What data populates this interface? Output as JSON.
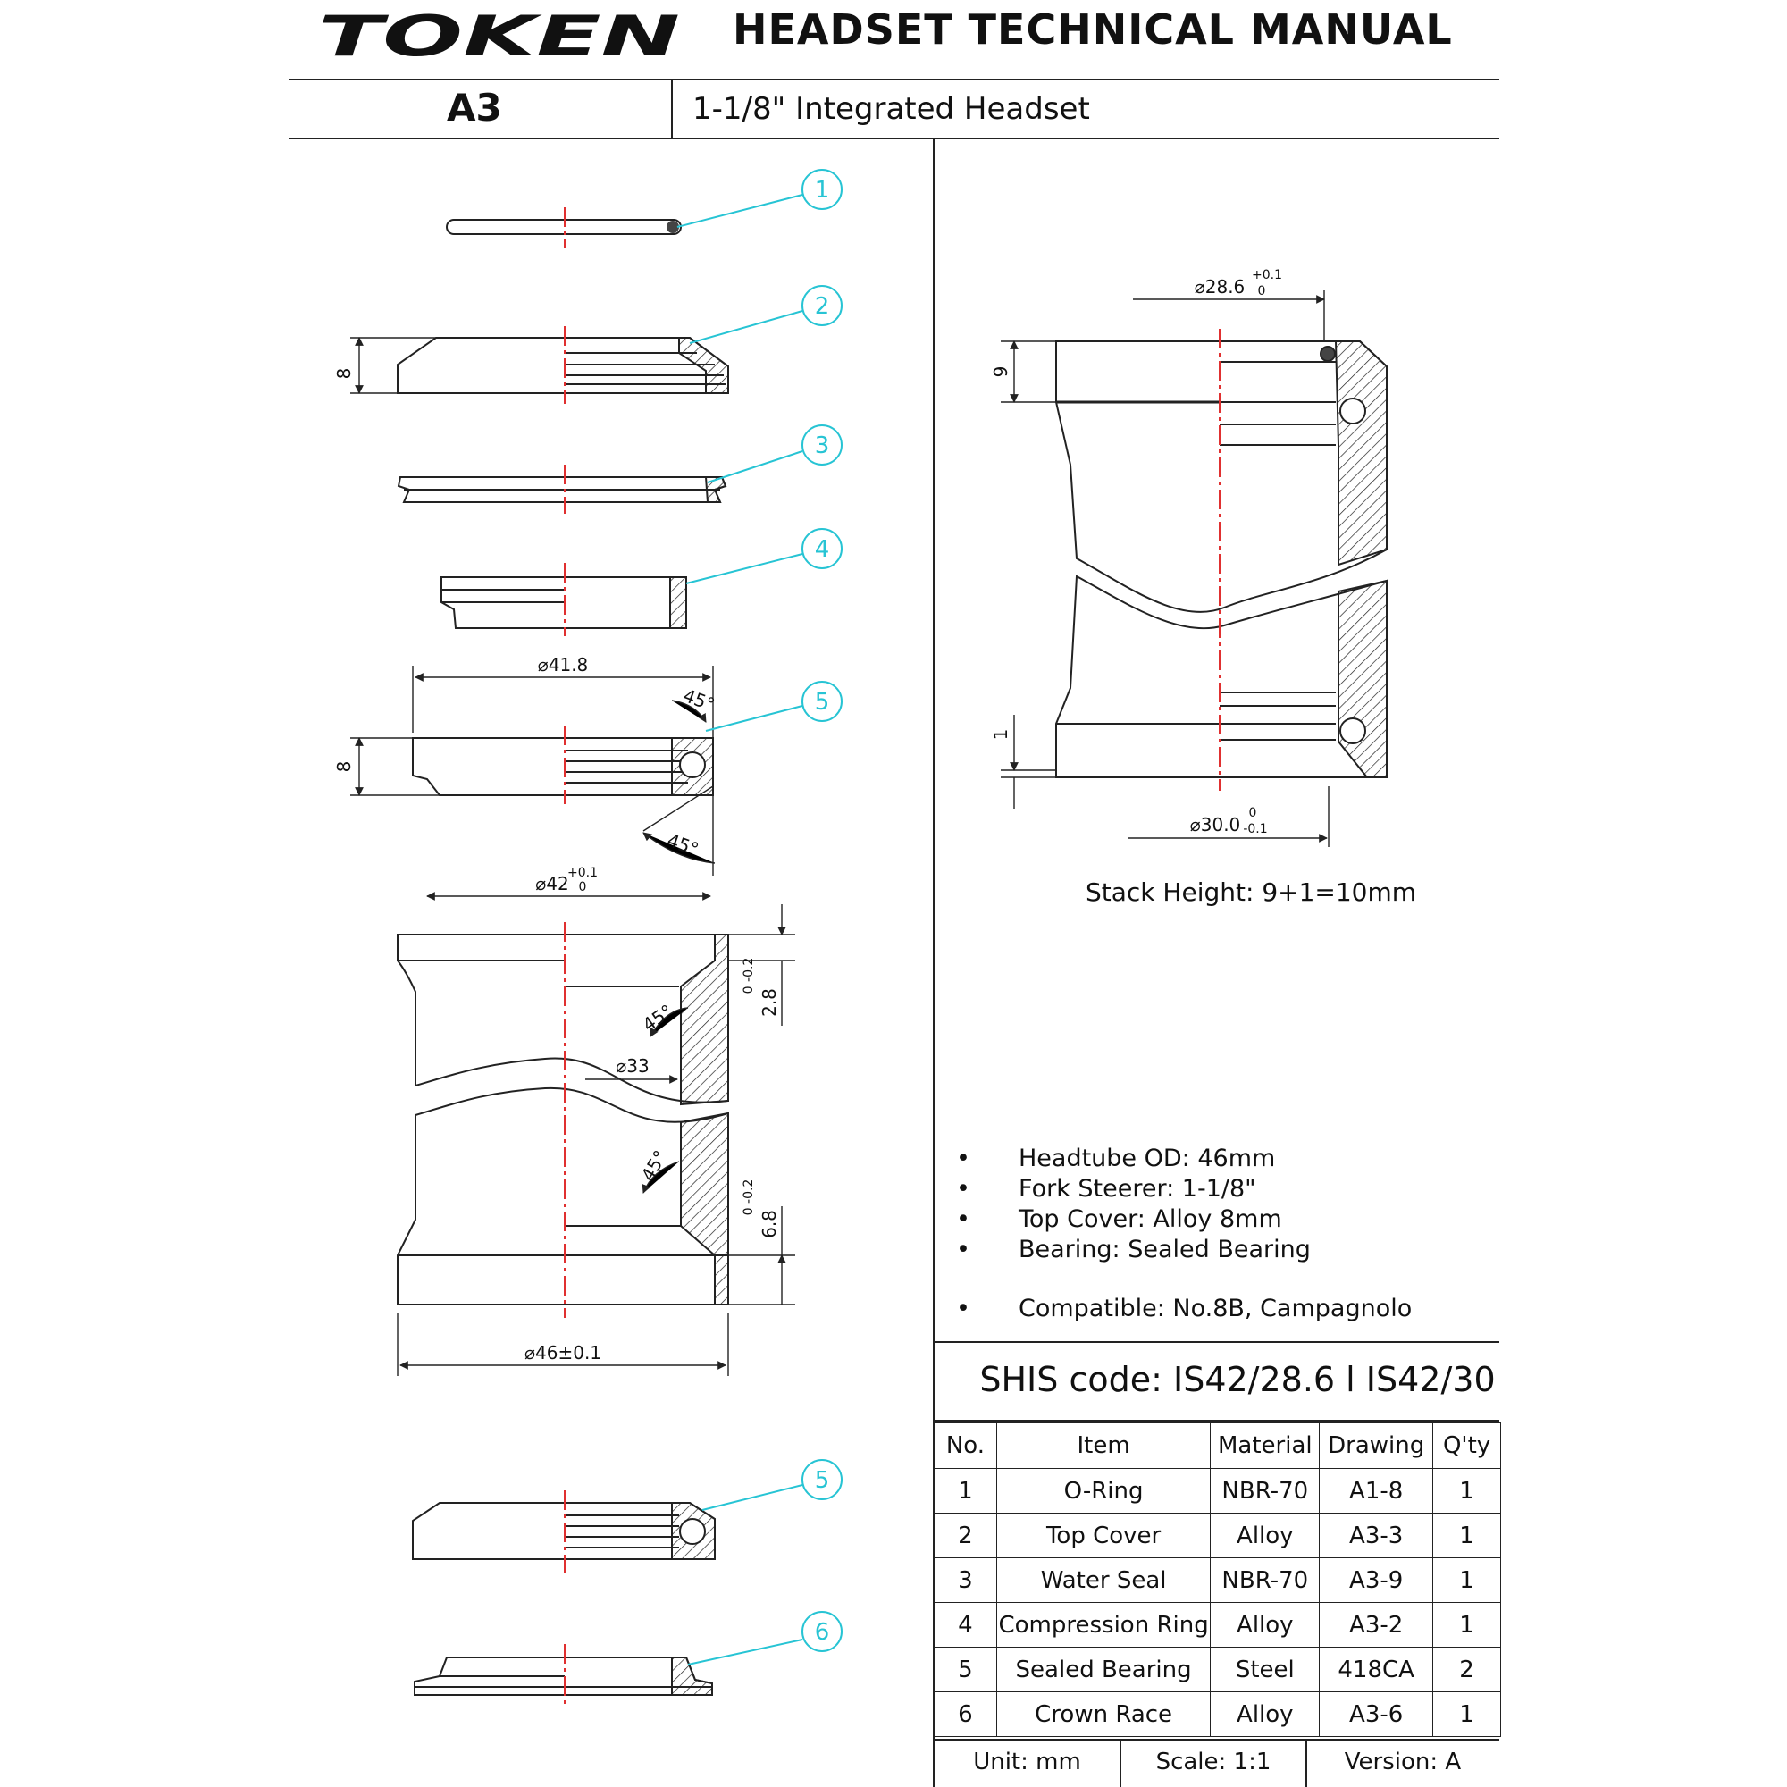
{
  "header": {
    "brand": "TOKEN",
    "title": "HEADSET TECHNICAL MANUAL",
    "model": "A3",
    "subtitle": "1-1/8\" Integrated Headset"
  },
  "callouts": [
    "1",
    "2",
    "3",
    "4",
    "5",
    "5",
    "6"
  ],
  "dimensions": {
    "top_cover_height": "8",
    "bearing_od": "⌀41.8",
    "bearing_angle_top": "45°",
    "bearing_angle_bottom": "45°",
    "bearing_height": "8",
    "cup_id": "⌀42",
    "cup_id_tol_upper": "+0.1",
    "cup_id_tol_lower": "0",
    "cup_depth_top": "2.8",
    "cup_depth_top_tol": "0 -0.2",
    "cup_angle_top": "45°",
    "steerer_bore": "⌀33",
    "cup_angle_bottom": "45°",
    "cup_depth_bottom": "6.8",
    "cup_depth_bottom_tol": "0 -0.2",
    "headtube_od": "⌀46±0.1",
    "assembly_top_dia": "⌀28.6",
    "assembly_top_tol_upper": "+0.1",
    "assembly_top_tol_lower": "0",
    "assembly_top_stack": "9",
    "assembly_bottom_stack": "1",
    "assembly_bottom_dia": "⌀30.0",
    "assembly_bottom_tol_upper": "0",
    "assembly_bottom_tol_lower": "-0.1"
  },
  "stack_height": "Stack Height: 9+1=10mm",
  "specs": [
    "Headtube OD: 46mm",
    "Fork Steerer: 1-1/8\"",
    "Top Cover: Alloy 8mm",
    "Bearing: Sealed Bearing",
    "Compatible: No.8B, Campagnolo"
  ],
  "shis_code": "SHIS code: IS42/28.6 l IS42/30",
  "parts_table": {
    "headers": [
      "No.",
      "Item",
      "Material",
      "Drawing",
      "Q'ty"
    ],
    "rows": [
      [
        "1",
        "O-Ring",
        "NBR-70",
        "A1-8",
        "1"
      ],
      [
        "2",
        "Top Cover",
        "Alloy",
        "A3-3",
        "1"
      ],
      [
        "3",
        "Water Seal",
        "NBR-70",
        "A3-9",
        "1"
      ],
      [
        "4",
        "Compression Ring",
        "Alloy",
        "A3-2",
        "1"
      ],
      [
        "5",
        "Sealed Bearing",
        "Steel",
        "418CA",
        "2"
      ],
      [
        "6",
        "Crown Race",
        "Alloy",
        "A3-6",
        "1"
      ]
    ]
  },
  "footer": {
    "unit": "Unit: mm",
    "scale": "Scale: 1:1",
    "version": "Version: A"
  },
  "colors": {
    "callout": "#27c4d4",
    "centerline": "#e03030",
    "line": "#222222"
  }
}
